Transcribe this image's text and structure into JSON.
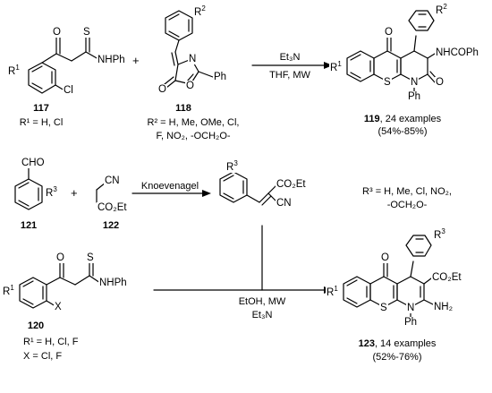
{
  "reaction1": {
    "reagent_117": {
      "number": "117",
      "substituents": "R¹ = H, Cl",
      "atoms": {
        "o": "O",
        "s": "S",
        "nhph": "NHPh",
        "r1": "R",
        "r1sup": "1",
        "cl": "Cl"
      }
    },
    "plus": "+",
    "reagent_118": {
      "number": "118",
      "substituents_line1": "R² = H, Me, OMe, Cl,",
      "substituents_line2": "F, NO₂, -OCH₂O-",
      "atoms": {
        "r2": "R",
        "r2sup": "2",
        "n": "N",
        "o_ring": "O",
        "o_carbonyl": "O",
        "ph": "Ph"
      }
    },
    "conditions_above": "Et₃N",
    "conditions_below": "THF, MW",
    "product_119": {
      "number": "119",
      "examples": ", 24 examples",
      "yield": "(54%-85%)",
      "atoms": {
        "o": "O",
        "r2": "R",
        "r2sup": "2",
        "nhcoph": "NHCOPh",
        "r1": "R",
        "r1sup": "1",
        "s": "S",
        "n": "N",
        "o2": "O",
        "ph": "Ph"
      }
    }
  },
  "reaction2": {
    "reagent_121": {
      "number": "121",
      "atoms": {
        "cho": "CHO",
        "r3": "R",
        "r3sup": "3"
      }
    },
    "plus": "+",
    "reagent_122": {
      "number": "122",
      "atoms": {
        "cn": "CN",
        "co2et": "CO₂Et"
      }
    },
    "step_label": "Knoevenagel",
    "intermediate": {
      "atoms": {
        "r3": "R",
        "r3sup": "3",
        "co2et": "CO₂Et",
        "cn": "CN"
      }
    },
    "r3_definition_line1": "R³ = H, Me, Cl, NO₂,",
    "r3_definition_line2": "-OCH₂O-",
    "reagent_120": {
      "number": "120",
      "substituents_line1": "R¹ = H, Cl, F",
      "substituents_line2": "X = Cl, F",
      "atoms": {
        "o": "O",
        "s": "S",
        "nhph": "NHPh",
        "r1": "R",
        "r1sup": "1",
        "x": "X"
      }
    },
    "conditions_below_line1": "EtOH, MW",
    "conditions_below_line2": "Et₃N",
    "product_123": {
      "number": "123",
      "examples": ", 14 examples",
      "yield": "(52%-76%)",
      "atoms": {
        "o": "O",
        "r3": "R",
        "r3sup": "3",
        "co2et": "CO₂Et",
        "r1": "R",
        "r1sup": "1",
        "s": "S",
        "n": "N",
        "nh2": "NH₂",
        "ph": "Ph"
      }
    }
  }
}
